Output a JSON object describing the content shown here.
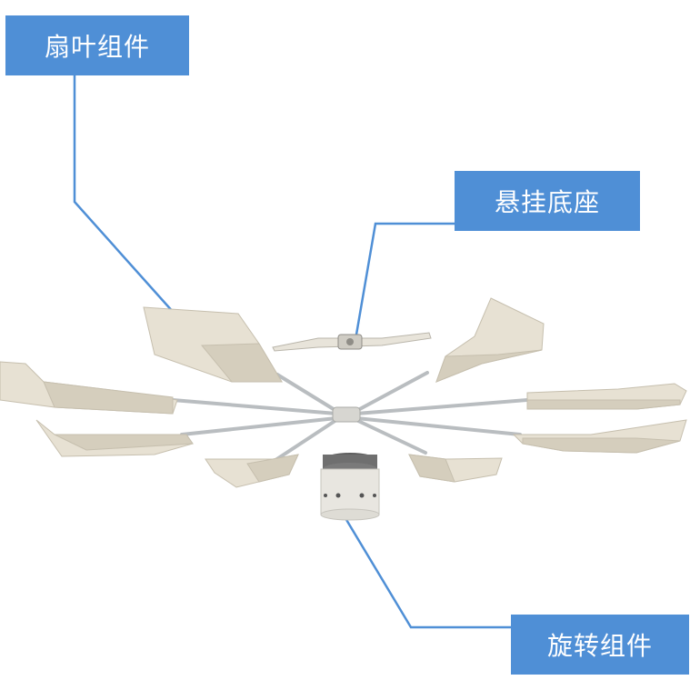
{
  "callouts": {
    "fan_blade_assembly": "扇叶组件",
    "hanging_base": "悬挂底座",
    "rotating_assembly": "旋转组件"
  },
  "colors": {
    "callout_bg": "#4f8fd6",
    "leader_line": "#4f8fd6",
    "blade_fill": "#e7e1d3",
    "blade_shadow": "#d5cebd",
    "arm": "#b9bdc0",
    "hub_top": "#6f6f6f",
    "hub_body": "#e8e6e0"
  }
}
